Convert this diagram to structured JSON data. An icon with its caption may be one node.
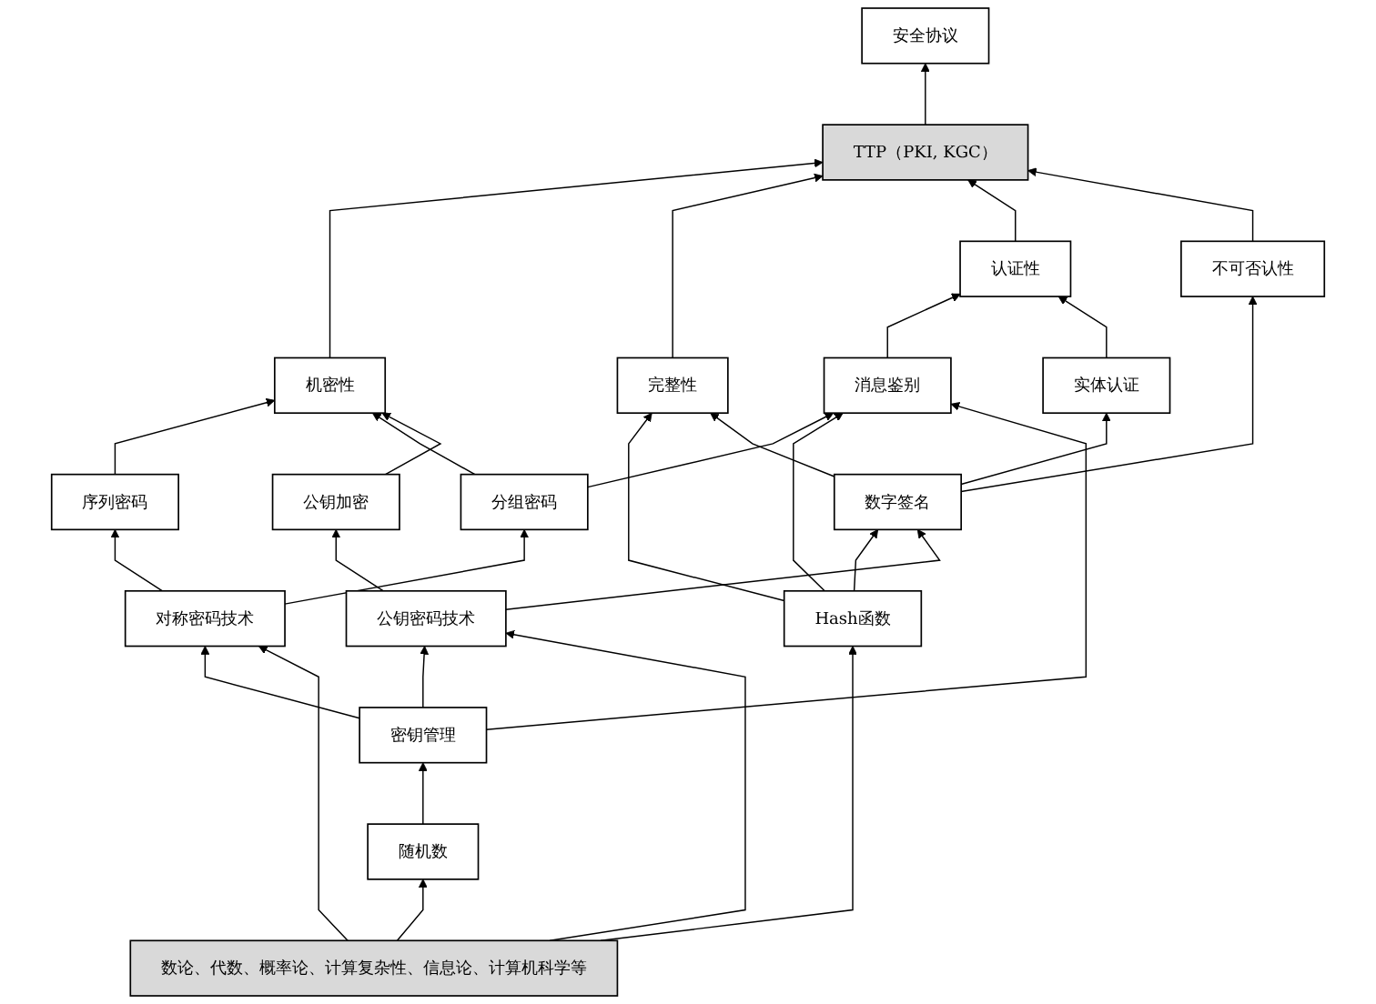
{
  "diagram": {
    "nodes": [
      {
        "text": [
          "安全协议"
        ]
      },
      {
        "text": [
          "TTP（PKI, KGC）"
        ]
      },
      {
        "text": [
          "机密性"
        ]
      },
      {
        "text": [
          "完整性"
        ]
      },
      {
        "text": [
          "认证性"
        ]
      },
      {
        "text": [
          "不可否认性"
        ]
      },
      {
        "text": [
          "消息鉴别"
        ]
      },
      {
        "text": [
          "实体认证"
        ]
      },
      {
        "text": [
          "序列密码"
        ]
      },
      {
        "text": [
          "分组密码"
        ]
      },
      {
        "text": [
          "Hash函数"
        ]
      },
      {
        "text": [
          "数字签名"
        ]
      },
      {
        "text": [
          "公钥加密"
        ]
      },
      {
        "text": [
          "对称密码技术"
        ]
      },
      {
        "text": [
          "密钥管理"
        ]
      },
      {
        "text": [
          "公钥密码技术"
        ]
      },
      {
        "text": [
          "随机数"
        ]
      },
      {
        "text": [
          "数论、代数、概率论、计算复杂性、信息论、计算机科学等"
        ]
      }
    ],
    "edges": [
      {
        "from": 1,
        "to": 0,
        "arrow": "to"
      },
      {
        "from": 2,
        "to": 1,
        "arrow": "to"
      },
      {
        "from": 3,
        "to": 1,
        "arrow": "to"
      },
      {
        "from": 4,
        "to": 1,
        "arrow": "to"
      },
      {
        "from": 5,
        "to": 1,
        "arrow": "to"
      },
      {
        "from": 8,
        "to": 2,
        "arrow": "to"
      },
      {
        "from": 9,
        "to": 2,
        "arrow": "to"
      },
      {
        "from": 9,
        "to": 6,
        "arrow": "to"
      },
      {
        "from": 10,
        "to": 6,
        "arrow": "to"
      },
      {
        "from": 10,
        "to": 3,
        "arrow": "to"
      },
      {
        "from": 10,
        "to": 11,
        "arrow": "to"
      },
      {
        "from": 6,
        "to": 4,
        "arrow": "to"
      },
      {
        "from": 7,
        "to": 4,
        "arrow": "to"
      },
      {
        "from": 11,
        "to": 3,
        "arrow": "to"
      },
      {
        "from": 11,
        "to": 7,
        "arrow": "to"
      },
      {
        "from": 11,
        "to": 5,
        "arrow": "to"
      },
      {
        "from": 12,
        "to": 2,
        "arrow": "to"
      },
      {
        "from": 13,
        "to": 8,
        "arrow": "to"
      },
      {
        "from": 13,
        "to": 9,
        "arrow": "to"
      },
      {
        "from": 15,
        "to": 11,
        "arrow": "to"
      },
      {
        "from": 15,
        "to": 12,
        "arrow": "to"
      },
      {
        "from": 14,
        "to": 13,
        "arrow": "to"
      },
      {
        "from": 14,
        "to": 15,
        "arrow": "to"
      },
      {
        "from": 14,
        "to": 6,
        "arrow": "to"
      },
      {
        "from": 16,
        "to": 14,
        "arrow": "to"
      },
      {
        "from": 17,
        "to": 13,
        "arrow": "to"
      },
      {
        "from": 17,
        "to": 10,
        "arrow": "to"
      },
      {
        "from": 17,
        "to": 16,
        "arrow": "to"
      },
      {
        "from": 17,
        "to": 15,
        "arrow": "to"
      }
    ]
  }
}
